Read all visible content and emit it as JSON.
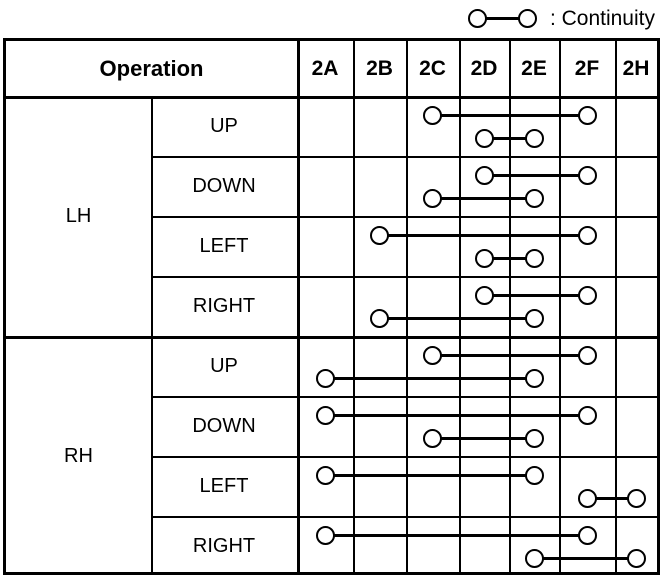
{
  "legend": {
    "icon": "continuity-symbol",
    "label": ": Continuity"
  },
  "table": {
    "header": {
      "operation_label": "Operation",
      "columns": [
        "2A",
        "2B",
        "2C",
        "2D",
        "2E",
        "2F",
        "2H"
      ]
    },
    "groups": [
      {
        "label": "LH"
      },
      {
        "label": "RH"
      }
    ],
    "rows": [
      {
        "group": "LH",
        "operation": "UP",
        "connections": [
          [
            "2C",
            "2F"
          ],
          [
            "2D",
            "2E"
          ]
        ]
      },
      {
        "group": "LH",
        "operation": "DOWN",
        "connections": [
          [
            "2D",
            "2F"
          ],
          [
            "2C",
            "2E"
          ]
        ]
      },
      {
        "group": "LH",
        "operation": "LEFT",
        "connections": [
          [
            "2B",
            "2F"
          ],
          [
            "2D",
            "2E"
          ]
        ]
      },
      {
        "group": "LH",
        "operation": "RIGHT",
        "connections": [
          [
            "2D",
            "2F"
          ],
          [
            "2B",
            "2E"
          ]
        ]
      },
      {
        "group": "RH",
        "operation": "UP",
        "connections": [
          [
            "2C",
            "2F"
          ],
          [
            "2A",
            "2E"
          ]
        ]
      },
      {
        "group": "RH",
        "operation": "DOWN",
        "connections": [
          [
            "2A",
            "2F"
          ],
          [
            "2C",
            "2E"
          ]
        ]
      },
      {
        "group": "RH",
        "operation": "LEFT",
        "connections": [
          [
            "2A",
            "2E"
          ],
          [
            "2F",
            "2H"
          ]
        ]
      },
      {
        "group": "RH",
        "operation": "RIGHT",
        "connections": [
          [
            "2A",
            "2F"
          ],
          [
            "2E",
            "2H"
          ]
        ]
      }
    ],
    "row_operations": [
      "UP",
      "DOWN",
      "LEFT",
      "RIGHT",
      "UP",
      "DOWN",
      "LEFT",
      "RIGHT"
    ]
  },
  "colors": {
    "line": "#000000",
    "background": "#ffffff"
  }
}
